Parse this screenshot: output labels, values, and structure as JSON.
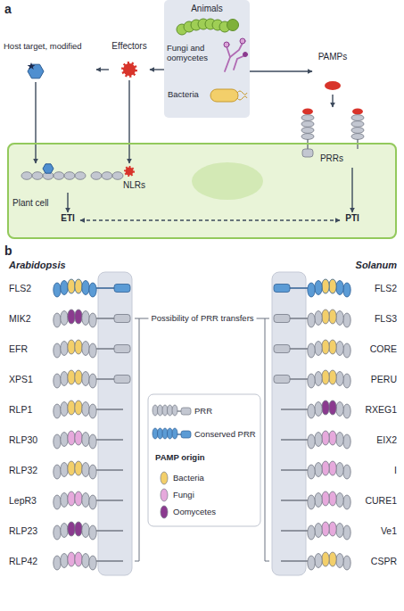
{
  "diagram": {
    "nodes": [
      {
        "text": [
          "Plant cell"
        ]
      },
      {
        "text": [
          "Animals",
          "Fungi and oomycetes",
          "Bacteria"
        ]
      },
      {
        "text": [
          "Host target, modified"
        ]
      },
      {
        "text": [
          "Effectors"
        ]
      },
      {
        "text": [
          "PAMPs"
        ]
      },
      {
        "text": [
          "NLRs"
        ],
        "in": 0
      },
      {
        "text": [
          "PRRs"
        ],
        "in": 0
      },
      {
        "text": [
          "ETI"
        ],
        "in": 0
      },
      {
        "text": [
          "PTI"
        ],
        "in": 0
      }
    ],
    "edges": [
      {
        "from": 1,
        "to": 3,
        "arrow": "to"
      },
      {
        "from": 1,
        "to": 4,
        "arrow": "to"
      },
      {
        "from": 3,
        "to": 2,
        "arrow": "to"
      },
      {
        "from": 2,
        "to": 5,
        "arrow": "to"
      },
      {
        "from": 3,
        "to": 5,
        "arrow": "to"
      },
      {
        "from": 4,
        "to": 6,
        "arrow": "to"
      },
      {
        "from": 5,
        "to": 7,
        "arrow": "to"
      },
      {
        "from": 6,
        "to": 8,
        "arrow": "to"
      },
      {
        "from": 7,
        "to": 8,
        "arrow": "both"
      }
    ],
    "labels": [
      "a",
      "b",
      "Arabidopsis",
      "Solanum",
      "FLS2",
      "MIK2",
      "EFR",
      "XPS1",
      "RLP1",
      "RLP30",
      "RLP32",
      "LepR3",
      "RLP23",
      "RLP42",
      "FLS2",
      "FLS3",
      "CORE",
      "PERU",
      "RXEG1",
      "EIX2",
      "I",
      "CURE1",
      "Ve1",
      "CSPR",
      "Possibility of PRR transfers",
      "PAMP origin"
    ],
    "legend": [
      {
        "text": "PRR"
      },
      {
        "text": "Conserved PRR"
      },
      {
        "text": "Bacteria",
        "color": "#f3cf6a"
      },
      {
        "text": "Fungi",
        "color": "#e6a9dc"
      },
      {
        "text": "Oomycetes",
        "color": "#8b3a8f"
      }
    ]
  }
}
